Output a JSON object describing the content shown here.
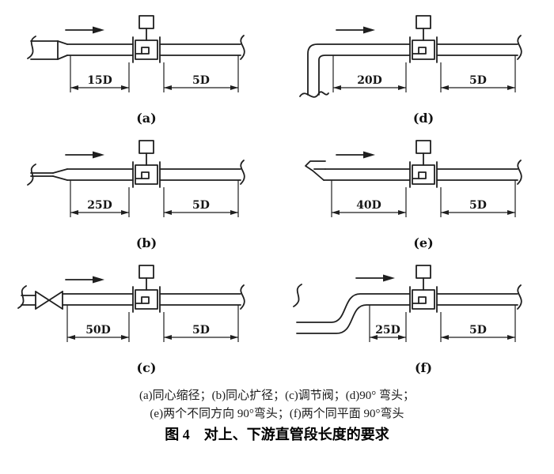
{
  "figure": {
    "caption_line1": "(a)同心缩径；(b)同心扩径；(c)调节阀；(d)90° 弯头；",
    "caption_line2": "(e)两个不同方向 90°弯头；(f)两个同平面 90°弯头",
    "title": "图 4　对上、下游直管段长度的要求"
  },
  "panels": [
    {
      "letter": "(a)",
      "type": "concentric-reducer",
      "upstream": "15D",
      "downstream": "5D"
    },
    {
      "letter": "(d)",
      "type": "90-degree-elbow",
      "upstream": "20D",
      "downstream": "5D"
    },
    {
      "letter": "(b)",
      "type": "concentric-expander",
      "upstream": "25D",
      "downstream": "5D"
    },
    {
      "letter": "(e)",
      "type": "two-elbows-different-planes",
      "upstream": "40D",
      "downstream": "5D"
    },
    {
      "letter": "(c)",
      "type": "control-valve",
      "upstream": "50D",
      "downstream": "5D"
    },
    {
      "letter": "(f)",
      "type": "two-elbows-same-plane",
      "upstream": "25D",
      "downstream": "5D"
    }
  ],
  "colors": {
    "line": "#1f1f1f",
    "background": "#ffffff"
  }
}
